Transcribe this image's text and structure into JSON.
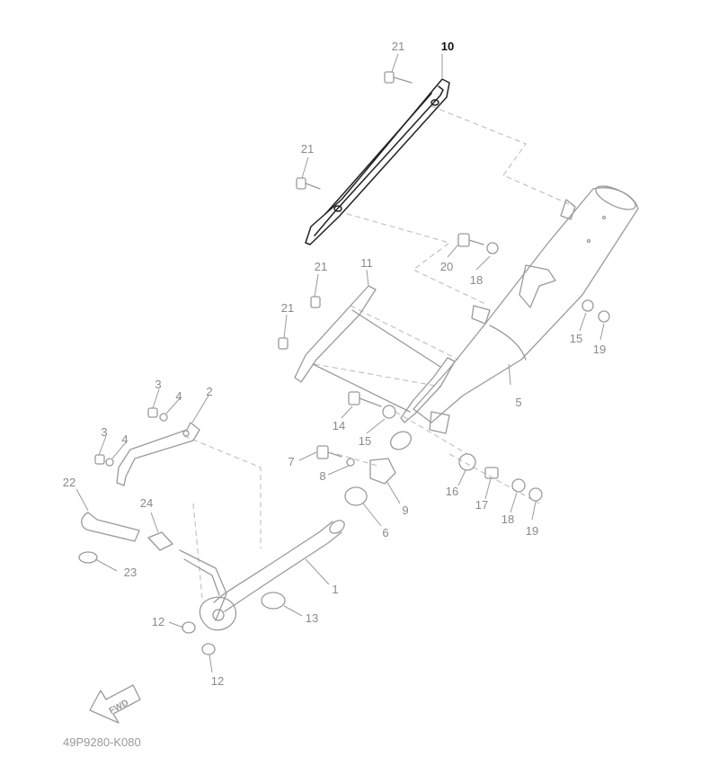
{
  "diagram": {
    "drawing_code": "49P9280-K080",
    "direction_label": "FWD",
    "highlight_color": "#222222",
    "part_color": "#9a9a9a",
    "callouts": {
      "c1": "1",
      "c2": "2",
      "c3a": "3",
      "c3b": "3",
      "c4a": "4",
      "c4b": "4",
      "c5": "5",
      "c6": "6",
      "c7": "7",
      "c8": "8",
      "c9": "9",
      "c10": "10",
      "c11": "11",
      "c12a": "12",
      "c12b": "12",
      "c13": "13",
      "c14": "14",
      "c15a": "15",
      "c15b": "15",
      "c16": "16",
      "c17": "17",
      "c18a": "18",
      "c18b": "18",
      "c19a": "19",
      "c19b": "19",
      "c20": "20",
      "c21a": "21",
      "c21b": "21",
      "c21c": "21",
      "c21d": "21",
      "c22": "22",
      "c23": "23",
      "c24": "24"
    }
  }
}
